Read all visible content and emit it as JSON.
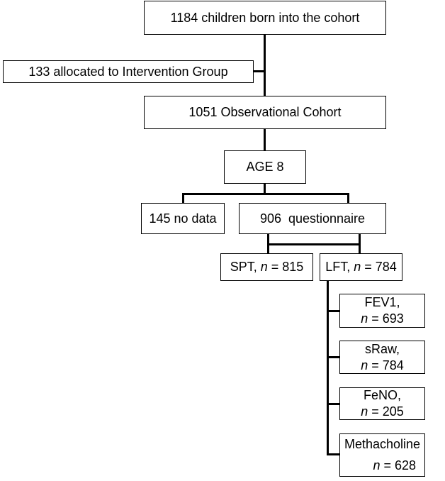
{
  "diagram": {
    "cohort": "1184 children born into the cohort",
    "intervention": "133 allocated to Intervention Group",
    "observational": "1051 Observational Cohort",
    "age": "AGE 8",
    "no_data": "145 no data",
    "questionnaire": "906  questionnaire",
    "spt": {
      "label": "SPT, ",
      "n": "n",
      "value": " = 815"
    },
    "lft": {
      "label": "LFT, ",
      "n": "n",
      "value": " = 784"
    },
    "fev1": {
      "label": "FEV1,",
      "n": "n",
      "value": " = 693"
    },
    "sraw": {
      "label": "sRaw,",
      "n": "n",
      "value": " = 784"
    },
    "feno": {
      "label": "FeNO,",
      "n": "n",
      "value": " = 205"
    },
    "methacholine": {
      "label": "Methacholine",
      "n": "n",
      "value": " = 628"
    }
  }
}
